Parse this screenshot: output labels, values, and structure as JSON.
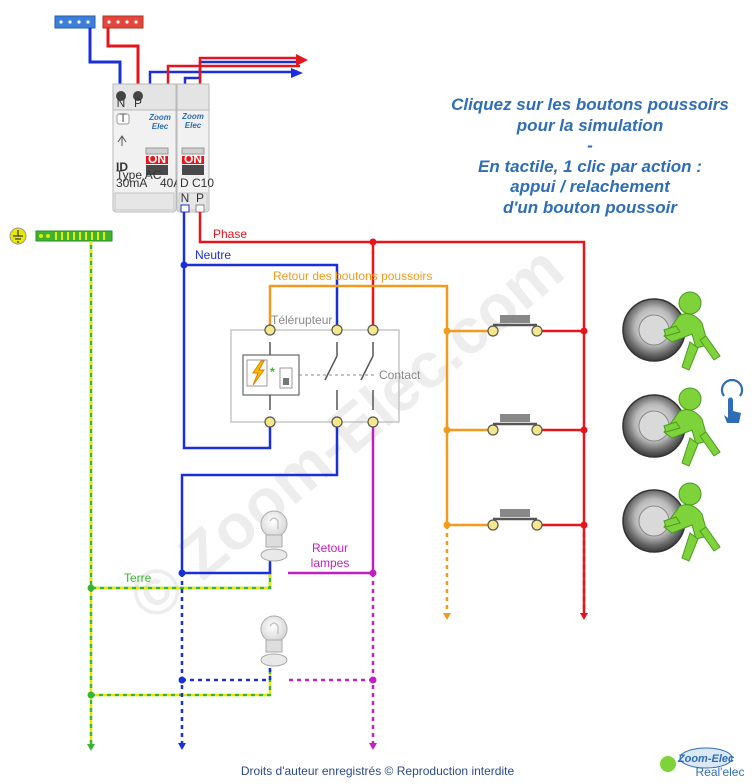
{
  "instructions": {
    "line1": "Cliquez sur les boutons poussoirs",
    "line2": "pour la simulation",
    "line3": "-",
    "line4": "En tactile, 1 clic par action :",
    "line5": "appui / relachement",
    "line6": "d'un bouton poussoir"
  },
  "labels": {
    "phase": "Phase",
    "neutre": "Neutre",
    "retour_boutons": "Retour des boutons poussoirs",
    "telerupteur": "Télérupteur",
    "contact": "Contact",
    "retour_lampes_1": "Retour",
    "retour_lampes_2": "lampes",
    "terre": "Terre"
  },
  "breaker_main": {
    "brand_1": "Zoom",
    "brand_2": "Elec",
    "terminal_n": "N",
    "terminal_p": "P",
    "t_mark": "T",
    "on": "ON",
    "id": "ID",
    "type": "Type AC",
    "sensitivity": "30mA",
    "rating": "40A"
  },
  "breaker_secondary": {
    "brand_1": "Zoom",
    "brand_2": "Elec",
    "on": "ON",
    "curve": "D",
    "rating": "C10",
    "terminal_n": "N",
    "terminal_p": "P"
  },
  "watermark": "© Zoom-Elec.com",
  "footer": "Droits d'auteur enregistrés © Reproduction interdite",
  "logo": {
    "line1": "Zoom-Elec",
    "line2": "Real'elec"
  },
  "colors": {
    "phase": "#e8141c",
    "neutre": "#1b2fd8",
    "retour_boutons": "#f29a1d",
    "retour_lampes": "#c020c0",
    "terre_green": "#3cb432",
    "terre_yellow": "#e8e800",
    "title": "#2f6db5",
    "bus_neutral": "#3b7fd9",
    "bus_phase": "#e5463b"
  }
}
